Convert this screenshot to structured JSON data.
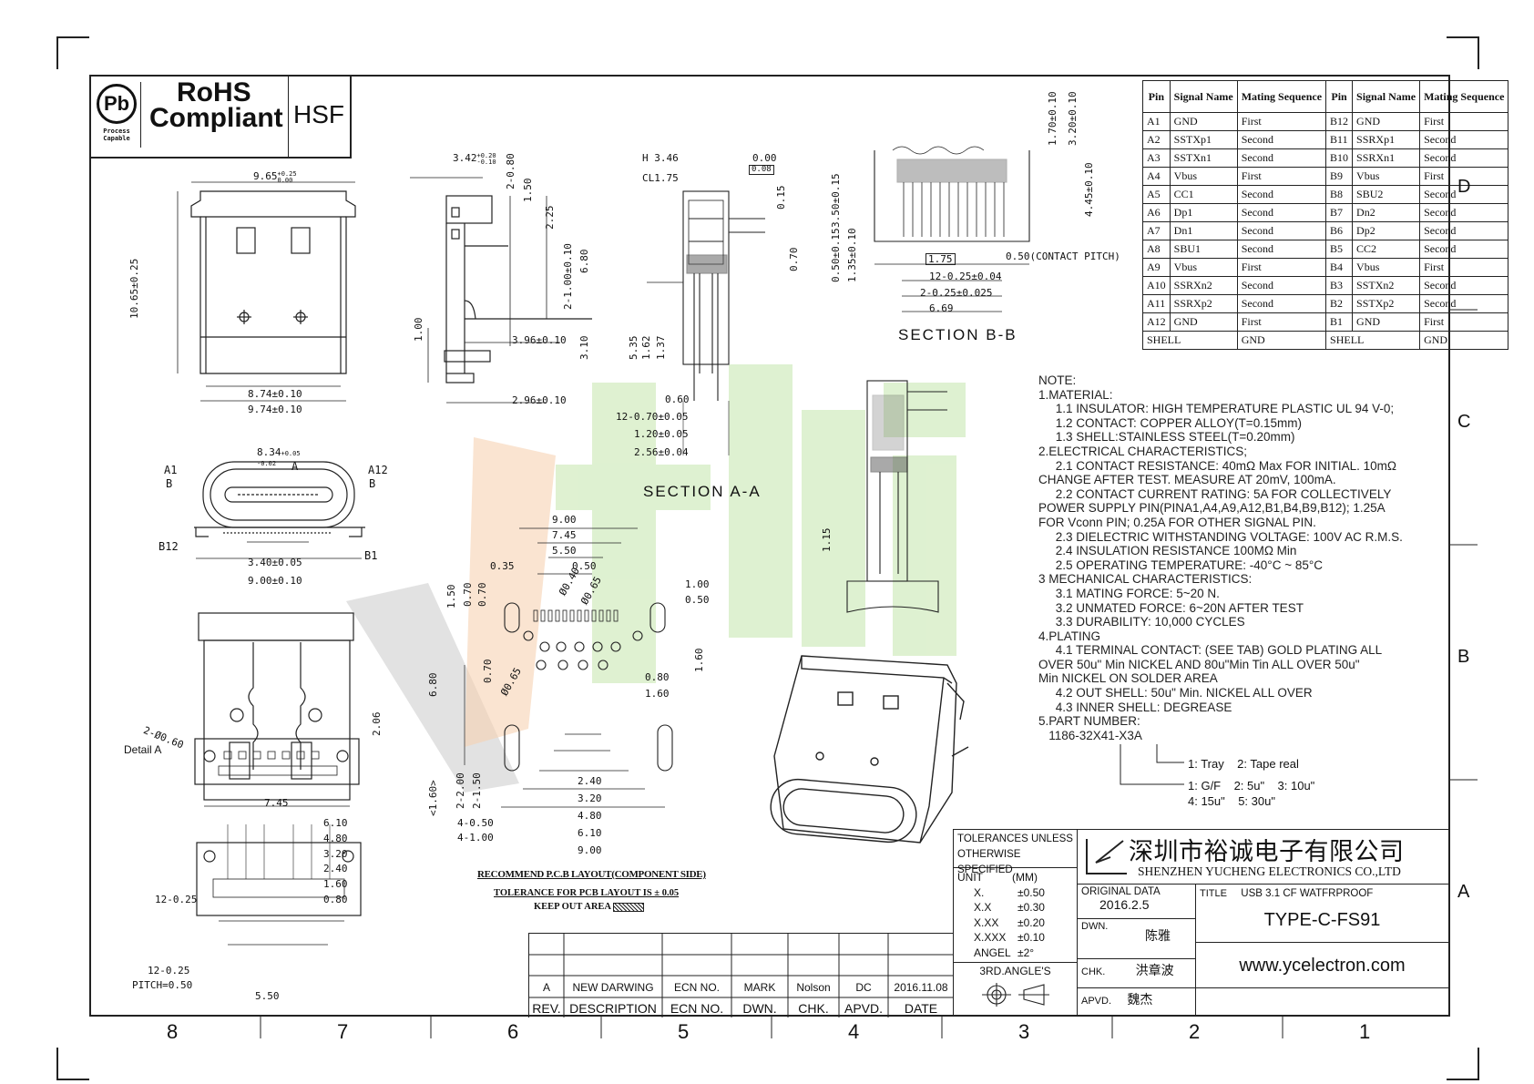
{
  "logo": {
    "pb_text": "Pb",
    "pb_sub": "Process Capable",
    "rohs_line1": "RoHS",
    "rohs_line2": "Compliant",
    "hsf": "HSF"
  },
  "front_view": {
    "width_top": "9.65",
    "width_top_tol_plus": "+0.25",
    "width_top_tol_minus": "0.00",
    "height": "10.65±0.25",
    "w1": "8.74±0.10",
    "w2": "9.74±0.10"
  },
  "side_view": {
    "d1": "3.42",
    "d1_tol_plus": "+0.20",
    "d1_tol_minus": "-0.10",
    "d2": "2-0.80",
    "d3": "1.50",
    "d4": "2.25",
    "d5": "2-1.00±0.10",
    "d6": "6.80",
    "d7": "3.96±0.10",
    "d8": "1.00",
    "d9": "3.10",
    "d10": "2.96±0.10"
  },
  "section_aa": {
    "h": "H 3.46",
    "cl": "CL1.75",
    "z": "0.00",
    "zb": "0.08",
    "d015": "0.15",
    "d070": "0.70",
    "d535": "5.35",
    "d162": "1.62",
    "d137": "1.37",
    "d060": "0.60",
    "d12": "12-0.70±0.05",
    "d120": "1.20±0.05",
    "d256": "2.56±0.04",
    "title": "SECTION A-A"
  },
  "section_bb": {
    "d350": "3.50±0.15",
    "d050": "0.50±0.15",
    "d135": "1.35±0.10",
    "d170": "1.70±0.10",
    "d320": "3.20±0.10",
    "d445": "4.45±0.10",
    "d175": "1.75",
    "pitch": "0.50(CONTACT PITCH)",
    "d12": "12-0.25±0.04",
    "d2": "2-0.25±0.025",
    "d669": "6.69",
    "title": "SECTION B-B"
  },
  "end_view": {
    "w": "8.34",
    "a1": "A1",
    "a12": "A12",
    "b": "B",
    "a": "A",
    "b12": "B12",
    "b1": "B1",
    "d340": "3.40±0.05",
    "d900": "9.00±0.10"
  },
  "bottom_view": {
    "detail": "Detail A",
    "holes": "2-Ø0.60",
    "d206": "2.06",
    "d745": "7.45",
    "dims": [
      "6.10",
      "4.80",
      "3.20",
      "2.40",
      "1.60",
      "0.80"
    ],
    "d12a": "12-0.25",
    "d12b": "12-0.25",
    "pitch": "PITCH=0.50",
    "d550": "5.50"
  },
  "pcb": {
    "top_dims": [
      "9.00",
      "7.45",
      "5.50",
      "0.50"
    ],
    "d035": "0.35",
    "d040": "Ø0.40",
    "d065": "Ø0.65",
    "d100": "1.00",
    "d050": "0.50",
    "d150": "1.50",
    "d070a": "0.70",
    "d070b": "0.70",
    "d680": "6.80",
    "d065b": "Ø0.65",
    "d080": "0.80",
    "d160": "1.60",
    "d160v": "1.60",
    "bottom_dims": [
      "2.40",
      "3.20",
      "4.80",
      "6.10",
      "9.00"
    ],
    "d200": "2-2.00",
    "d150b": "2-1.50",
    "d160b": "<1.60>",
    "d4a": "4-0.50",
    "d4b": "4-1.00",
    "title": "RECOMMEND P.C.B LAYOUT(COMPONENT SIDE)",
    "tol": "TOLERANCE FOR PCB LAYOUT IS ± 0.05",
    "keepout": "KEEP OUT AREA",
    "d115": "1.15"
  },
  "pin_table": {
    "headers": [
      "Pin",
      "Signal Name",
      "Mating Sequence",
      "Pin",
      "Signal Name",
      "Mating Sequence"
    ],
    "rows": [
      [
        "A1",
        "GND",
        "First",
        "B12",
        "GND",
        "First"
      ],
      [
        "A2",
        "SSTXp1",
        "Second",
        "B11",
        "SSRXp1",
        "Second"
      ],
      [
        "A3",
        "SSTXn1",
        "Second",
        "B10",
        "SSRXn1",
        "Second"
      ],
      [
        "A4",
        "Vbus",
        "First",
        "B9",
        "Vbus",
        "First"
      ],
      [
        "A5",
        "CC1",
        "Second",
        "B8",
        "SBU2",
        "Second"
      ],
      [
        "A6",
        "Dp1",
        "Second",
        "B7",
        "Dn2",
        "Second"
      ],
      [
        "A7",
        "Dn1",
        "Second",
        "B6",
        "Dp2",
        "Second"
      ],
      [
        "A8",
        "SBU1",
        "Second",
        "B5",
        "CC2",
        "Second"
      ],
      [
        "A9",
        "Vbus",
        "First",
        "B4",
        "Vbus",
        "First"
      ],
      [
        "A10",
        "SSRXn2",
        "Second",
        "B3",
        "SSTXn2",
        "Second"
      ],
      [
        "A11",
        "SSRXp2",
        "Second",
        "B2",
        "SSTXp2",
        "Second"
      ],
      [
        "A12",
        "GND",
        "First",
        "B1",
        "GND",
        "First"
      ]
    ],
    "shell": [
      "SHELL",
      "GND",
      "SHELL",
      "GND"
    ]
  },
  "notes": "NOTE:\n1.MATERIAL:\n     1.1 INSULATOR: HIGH TEMPERATURE PLASTIC UL 94 V-0;\n     1.2 CONTACT: COPPER ALLOY(T=0.15mm)\n     1.3 SHELL:STAINLESS STEEL(T=0.20mm)\n2.ELECTRICAL CHARACTERISTICS;\n     2.1 CONTACT RESISTANCE: 40mΩ Max FOR INITIAL. 10mΩ\nCHANGE AFTER TEST. MEASURE AT 20mV, 100mA.\n     2.2 CONTACT CURRENT RATING: 5A FOR COLLECTIVELY\nPOWER SUPPLY PIN(PINA1,A4,A9,A12,B1,B4,B9,B12); 1.25A\nFOR Vconn PIN; 0.25A FOR OTHER SIGNAL PIN.\n     2.3 DIELECTRIC WITHSTANDING VOLTAGE: 100V AC R.M.S.\n     2.4 INSULATION RESISTANCE 100MΩ Min\n     2.5 OPERATING TEMPERATURE: -40°C ~ 85°C\n3 MECHANICAL CHARACTERISTICS:\n     3.1 MATING FORCE: 5~20 N.\n     3.2 UNMATED FORCE: 6~20N AFTER TEST\n     3.3 DURABILITY: 10,000 CYCLES\n4.PLATING\n     4.1 TERMINAL CONTACT: (SEE TAB) GOLD PLATING ALL\nOVER 50u\" Min NICKEL AND 80u\"Min Tin ALL OVER 50u\"\nMin NICKEL ON SOLDER AREA\n     4.2 OUT SHELL: 50u\" Min. NICKEL ALL OVER\n     4.3 INNER SHELL: DEGREASE\n5.PART NUMBER:\n   1186-32X41-X3A",
  "part_options": {
    "line1": "1: Tray    2: Tape real",
    "line2": "1: G/F    2: 5u\"    3: 10u\"",
    "line3": "4: 15u\"    5: 30u\""
  },
  "title_block": {
    "tol_title1": "TOLERANCES UNLESS",
    "tol_title2": "OTHERWISE SPECIFIED",
    "unit": "UNIT",
    "unit_val": "(MM)",
    "tols": [
      [
        "X.",
        "±0.50"
      ],
      [
        "X.X",
        "±0.30"
      ],
      [
        "X.XX",
        "±0.20"
      ],
      [
        "X.XXX",
        "±0.10"
      ],
      [
        "ANGEL",
        "±2°"
      ]
    ],
    "angle": "3RD.ANGLE'S",
    "company_cn": "深圳市裕诚电子有限公司",
    "company_en": "SHENZHEN YUCHENG ELECTRONICS CO.,LTD",
    "orig_label": "ORIGINAL DATA",
    "orig_date": "2016.2.5",
    "title_label": "TITLE",
    "title_desc": "USB 3.1 CF WATFRPROOF",
    "model": "TYPE-C-FS91",
    "dwn_label": "DWN.",
    "dwn": "陈雅",
    "chk_label": "CHK.",
    "chk": "洪章波",
    "apvd_label": "APVD.",
    "apvd": "魏杰",
    "web": "www.ycelectron.com"
  },
  "revision": {
    "row": [
      "A",
      "NEW DARWING",
      "ECN NO.",
      "MARK",
      "Nolson",
      "DC",
      "2016.11.08"
    ],
    "header": [
      "REV.",
      "DESCRIPTION",
      "ECN NO.",
      "DWN.",
      "CHK.",
      "APVD.",
      "DATE"
    ]
  },
  "grid_cols": [
    "8",
    "7",
    "6",
    "5",
    "4",
    "3",
    "2",
    "1"
  ],
  "grid_rows": [
    "D",
    "C",
    "B",
    "A"
  ],
  "colors": {
    "line": "#222222",
    "watermark_gray": "#d8d8d8",
    "watermark_green": "#d9efc9",
    "watermark_orange": "#f6d2b2"
  }
}
